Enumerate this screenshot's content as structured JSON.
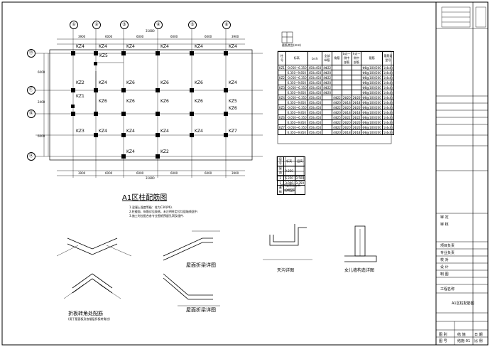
{
  "plan": {
    "title": "A1区柱配筋图",
    "notes": [
      "1.混凝土强度等级：柱为C30(P6).",
      "2.柱截面、纵筋详见表格，未注明柱定位均居轴线居中.",
      "3.施工时应配合各专业图纸预留孔洞及埋件."
    ],
    "top_axes": [
      "①",
      "②",
      "③",
      "④",
      "⑤",
      "⑥"
    ],
    "left_axes": [
      "Ⓓ",
      "Ⓒ",
      "Ⓑ",
      "Ⓐ"
    ],
    "top_dims": [
      "3900",
      "6000",
      "6000",
      "6000",
      "6000",
      "3900"
    ],
    "top_total": "31800",
    "bottom_dims": [
      "3900",
      "6000",
      "6000",
      "6000",
      "6000",
      "3900"
    ],
    "bottom_total": "31800",
    "left_dims": [
      "6000",
      "2400",
      "6000"
    ],
    "column_tags": {
      "kz4": "KZ4",
      "kz5": "KZ5",
      "kz6": "KZ6",
      "kz1": "KZ1",
      "kz2": "KZ2",
      "kz3": "KZ3",
      "kz7": "KZ7"
    }
  },
  "schedule": {
    "legend_caption": "箍筋类型(mm)",
    "headers": [
      "柱号",
      "标高",
      "b×h",
      "全部纵筋",
      "角筋",
      "b边一侧中部筋",
      "h边一侧中部筋",
      "箍筋",
      "箍筋类型号"
    ],
    "rows": [
      [
        "KZ1",
        "-0.050~6.350",
        "450x450",
        "4Φ22",
        "",
        "",
        "",
        "Φ8@100/200",
        "1(4x4)"
      ],
      [
        "",
        "6.350~9.850",
        "450x450",
        "4Φ20",
        "",
        "",
        "",
        "Φ8@100/200",
        "1(4x4)"
      ],
      [
        "KZ2",
        "-0.050~6.350",
        "450x450",
        "4Φ22",
        "",
        "",
        "",
        "Φ8@100/200",
        "1(4x4)"
      ],
      [
        "",
        "6.350~9.850",
        "450x450",
        "4Φ20",
        "",
        "",
        "",
        "Φ8@100/200",
        "1(4x4)"
      ],
      [
        "KZ3",
        "-0.050~6.350",
        "450x450",
        "4Φ22",
        "",
        "",
        "",
        "Φ8@100/200",
        "1(4x4)"
      ],
      [
        "",
        "6.350~9.850",
        "450x450",
        "4Φ20",
        "",
        "",
        "",
        "Φ8@100/200",
        "1(4x4)"
      ],
      [
        "KZ4",
        "-0.050~6.350",
        "450x450",
        "",
        "4Φ22",
        "2Φ20",
        "2Φ20",
        "Φ8@100/200",
        "1(4x4)"
      ],
      [
        "",
        "6.350~9.850",
        "450x450",
        "",
        "4Φ20",
        "2Φ18",
        "2Φ18",
        "Φ8@100/200",
        "1(4x4)"
      ],
      [
        "KZ5",
        "-0.050~6.350",
        "450x450",
        "",
        "4Φ22",
        "2Φ20",
        "2Φ20",
        "Φ8@100/200",
        "1(4x4)"
      ],
      [
        "",
        "6.350~9.850",
        "450x450",
        "",
        "4Φ20",
        "2Φ18",
        "2Φ18",
        "Φ8@100/200",
        "1(4x4)"
      ],
      [
        "KZ6",
        "-0.050~6.350",
        "450x450",
        "",
        "4Φ25",
        "2Φ22",
        "2Φ22",
        "Φ8@100/200",
        "1(4x4)"
      ],
      [
        "",
        "6.350~9.850",
        "450x450",
        "",
        "4Φ22",
        "2Φ20",
        "2Φ20",
        "Φ8@100/200",
        "1(4x4)"
      ],
      [
        "KZ7",
        "-0.050~6.350",
        "450x450",
        "",
        "4Φ22",
        "2Φ20",
        "2Φ20",
        "Φ8@100/200",
        "1(4x4)"
      ],
      [
        "",
        "6.350~9.850",
        "450x450",
        "",
        "4Φ20",
        "2Φ18",
        "2Φ18",
        "Φ8@100/200",
        "1(4x4)"
      ]
    ]
  },
  "levels": {
    "headers": [
      "层号",
      "标高",
      "层高"
    ],
    "rows": [
      [
        "屋面",
        "9.850",
        ""
      ],
      [
        "2",
        "6.350",
        "3.500"
      ],
      [
        "1",
        "3.000",
        "3.350"
      ],
      [
        "基础",
        "-0.050",
        ""
      ]
    ],
    "caption1": "结构层楼面标高",
    "caption2": "结构层高"
  },
  "details": {
    "fold_beam_1": "屋面折梁详图",
    "fold_beam_2": "屋面折梁详图",
    "slab_corner": "折板转角处配筋",
    "slab_corner_sub": "(用于屋面板及各楼层折板转角处)",
    "gutter": "天沟详图",
    "parapet": "女儿墙构造详图"
  },
  "title_block": {
    "project_label": "工程名称",
    "drawing_name": "A1区柱配筋图",
    "rows_top": [
      "审 定",
      "审 核",
      "项目负责",
      "专业负责",
      "校 对",
      "设 计",
      "制 图"
    ],
    "bottom": [
      "图 别",
      "结 施",
      "图 号",
      "结施-01",
      "日 期",
      "比 例"
    ]
  }
}
